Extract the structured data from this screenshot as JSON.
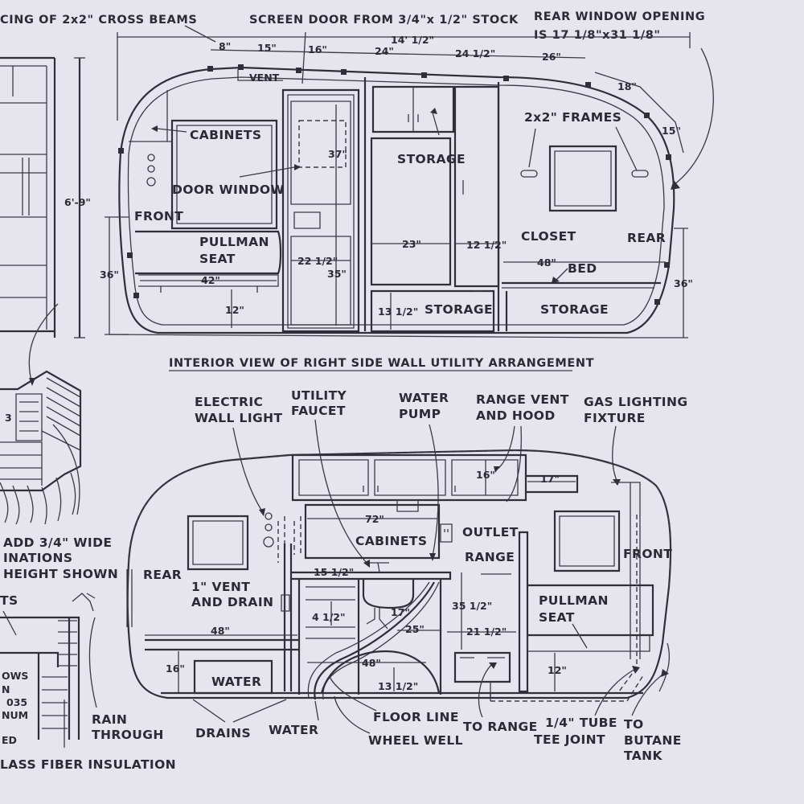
{
  "top_header": {
    "cross_beams": "CING OF 2x2\" CROSS BEAMS",
    "screen_door": "SCREEN DOOR FROM 3/4\"x 1/2\" STOCK",
    "rear_window_1": "REAR WINDOW OPENING",
    "rear_window_2": "IS  17 1/8\"x31 1/8\""
  },
  "top_view": {
    "labels": {
      "cabinets": "CABINETS",
      "door_window": "DOOR WINDOW",
      "front": "FRONT",
      "pullman_1": "PULLMAN",
      "pullman_2": "SEAT",
      "storage_upper": "STORAGE",
      "frames": "2x2\"  FRAMES",
      "closet": "CLOSET",
      "rear": "REAR",
      "bed": "BED",
      "storage_lower_1": "STORAGE",
      "storage_lower_2": "STORAGE",
      "vent": "VENT"
    },
    "dims": {
      "overall": "14' 1/2\"",
      "d8": "8\"",
      "d15": "15\"",
      "d16": "16\"",
      "d24": "24\"",
      "d24b": "24 1/2\"",
      "d26": "26\"",
      "d18": "18\"",
      "d15b": "15\"",
      "d37": "37\"",
      "d23": "23\"",
      "d12": "12 1/2\"",
      "d22": "22 1/2\"",
      "d35": "35\"",
      "d42": "42\"",
      "d12b": "12\"",
      "d36l": "36\"",
      "d36r": "36\"",
      "d48": "48\"",
      "d13": "13 1/2\"",
      "d69": "6'-9\""
    }
  },
  "section_title": "INTERIOR VIEW OF RIGHT SIDE WALL UTILITY ARRANGEMENT",
  "bottom_view": {
    "callouts": {
      "electric_1": "ELECTRIC",
      "electric_2": "WALL  LIGHT",
      "utility_1": "UTILITY",
      "utility_2": "FAUCET",
      "pump_1": "WATER",
      "pump_2": "PUMP",
      "range_vent_1": "RANGE VENT",
      "range_vent_2": "AND  HOOD",
      "gas_1": "GAS LIGHTING",
      "gas_2": "FIXTURE"
    },
    "labels": {
      "cabinets": "CABINETS",
      "outlet": "OUTLET",
      "range": "RANGE",
      "front": "FRONT",
      "rear": "REAR",
      "vent_1": "1\" VENT",
      "vent_2": "AND DRAIN",
      "pullman_1": "PULLMAN",
      "pullman_2": "SEAT",
      "water_tank": "WATER",
      "drains": "DRAINS",
      "water": "WATER",
      "floor_line": "FLOOR  LINE",
      "wheel_well": "WHEEL WELL",
      "to_range": "TO RANGE",
      "tube_1": "1/4\" TUBE",
      "tube_2": "TEE JOINT",
      "to_butane_1": "TO",
      "to_butane_2": "BUTANE",
      "to_butane_3": "TANK"
    },
    "dims": {
      "d16": "16\"",
      "d17": "17\"",
      "d72": "72\"",
      "d15": "15 1/2\"",
      "d17b": "17\"",
      "d35": "35 1/2\"",
      "d4": "4 1/2\"",
      "d25": "25\"",
      "d21": "21 1/2\"",
      "d48a": "48\"",
      "d48b": "48\"",
      "d16b": "16\"",
      "d13": "13 1/2\"",
      "d12": "12\""
    }
  },
  "left_notes": {
    "add_1": "ADD 3/4\" WIDE",
    "add_2": "INATIONS",
    "add_3": "HEIGHT  SHOWN",
    "ts": "TS",
    "ows": "OWS",
    "n": "N",
    "o35": "035",
    "num": "NUM",
    "ed": "ED",
    "d3": "3",
    "rain_1": "RAIN",
    "rain_2": "THROUGH",
    "insulation": "LASS FIBER INSULATION"
  }
}
